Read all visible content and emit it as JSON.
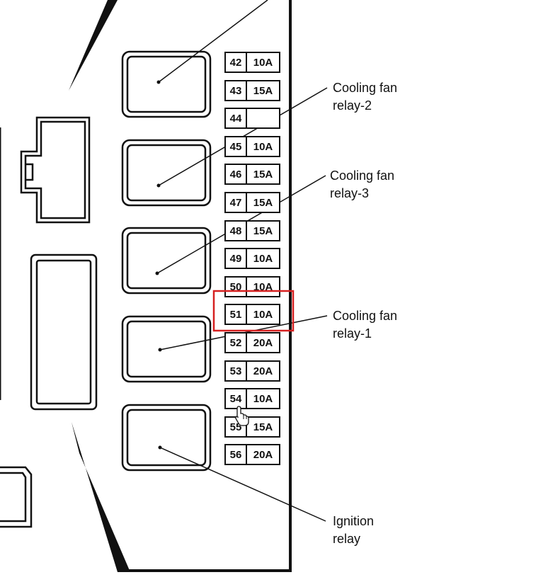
{
  "fuses": [
    {
      "number": "42",
      "rating": "10A"
    },
    {
      "number": "43",
      "rating": "15A"
    },
    {
      "number": "44",
      "rating": ""
    },
    {
      "number": "45",
      "rating": "10A"
    },
    {
      "number": "46",
      "rating": "15A"
    },
    {
      "number": "47",
      "rating": "15A"
    },
    {
      "number": "48",
      "rating": "15A"
    },
    {
      "number": "49",
      "rating": "10A"
    },
    {
      "number": "50",
      "rating": "10A"
    },
    {
      "number": "51",
      "rating": "10A"
    },
    {
      "number": "52",
      "rating": "20A"
    },
    {
      "number": "53",
      "rating": "20A"
    },
    {
      "number": "54",
      "rating": "10A"
    },
    {
      "number": "55",
      "rating": "15A"
    },
    {
      "number": "56",
      "rating": "20A"
    }
  ],
  "callouts": {
    "cooling_fan_relay_2": {
      "line1": "Cooling fan",
      "line2": "relay-2"
    },
    "cooling_fan_relay_3": {
      "line1": "Cooling fan",
      "line2": "relay-3"
    },
    "cooling_fan_relay_1": {
      "line1": "Cooling fan",
      "line2": "relay-1"
    },
    "ignition_relay": {
      "line1": "Ignition",
      "line2": "relay"
    }
  },
  "highlight": {
    "fuse_number": "51",
    "color": "#d62020"
  },
  "colors": {
    "ink": "#111111",
    "background": "#ffffff"
  },
  "cursor_icon": "hand-pointer-icon"
}
